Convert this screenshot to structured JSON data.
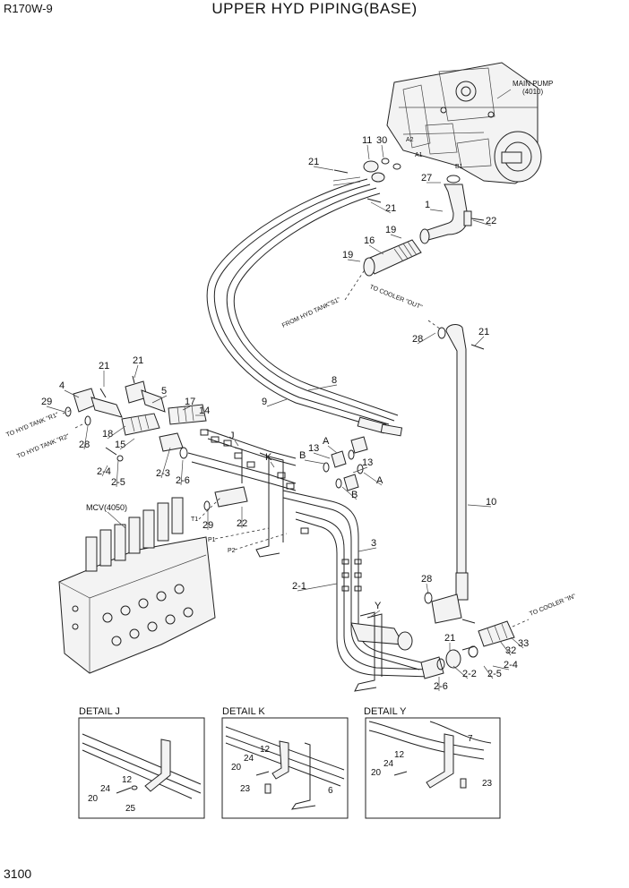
{
  "header": {
    "model": "R170W-9",
    "title": "UPPER HYD PIPING(BASE)"
  },
  "footer": {
    "page_number": "3100"
  },
  "components": {
    "main_pump": "MAIN PUMP",
    "main_pump_code": "(4010)",
    "mcv": "MCV(4050)"
  },
  "port_labels": {
    "a2": "A2",
    "a1": "A1",
    "b1": "B1",
    "t1": "T1",
    "p1": "P1",
    "p2": "P2"
  },
  "flow_labels": {
    "from_hyd_tank_s1": "FROM HYD TANK\"S1\"",
    "to_cooler_out": "TO COOLER \"OUT\"",
    "to_cooler_in": "TO COOLER \"IN\"",
    "to_hyd_tank_r1": "TO HYD TANK \"R1\"",
    "to_hyd_tank_r2": "TO HYD TANK \"R2\""
  },
  "details": {
    "j": {
      "title": "DETAIL J",
      "callouts": [
        "12",
        "24",
        "20",
        "25"
      ]
    },
    "k": {
      "title": "DETAIL K",
      "callouts": [
        "12",
        "24",
        "20",
        "23",
        "6"
      ]
    },
    "y": {
      "title": "DETAIL Y",
      "callouts": [
        "7",
        "12",
        "24",
        "20",
        "23"
      ]
    }
  },
  "callouts": [
    "11",
    "30",
    "21",
    "27",
    "1",
    "22",
    "21",
    "16",
    "19",
    "19",
    "28",
    "21",
    "8",
    "9",
    "21",
    "21",
    "4",
    "5",
    "29",
    "17",
    "14",
    "18",
    "15",
    "28",
    "J",
    "K",
    "A",
    "13",
    "B",
    "13",
    "A",
    "B",
    "2-4",
    "2-5",
    "2-3",
    "2-6",
    "22",
    "29",
    "10",
    "3",
    "2-1",
    "28",
    "Y",
    "21",
    "32",
    "33",
    "2-2",
    "2-4",
    "2-5",
    "2-6"
  ]
}
